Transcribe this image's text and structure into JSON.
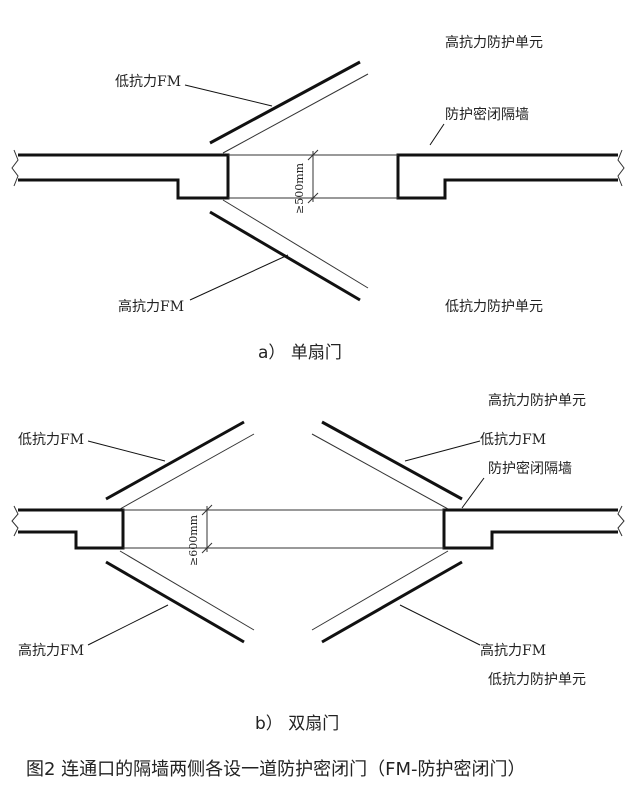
{
  "diagram_a": {
    "labels": {
      "high_unit_top": "高抗力防护单元",
      "low_fm": "低抗力FM",
      "wall": "防护密闭隔墙",
      "dimension": "≥500mm",
      "high_fm": "高抗力FM",
      "low_unit": "低抗力防护单元"
    },
    "caption": "a）  单扇门"
  },
  "diagram_b": {
    "labels": {
      "high_unit_top": "高抗力防护单元",
      "low_fm_left": "低抗力FM",
      "low_fm_right": "低抗力FM",
      "wall": "防护密闭隔墙",
      "dimension": "≥600mm",
      "high_fm_left": "高抗力FM",
      "high_fm_right": "高抗力FM",
      "low_unit": "低抗力防护单元"
    },
    "caption": "b）  双扇门"
  },
  "figure_caption": "图2 连通口的隔墙两侧各设一道防护密闭门（FM-防护密闭门）"
}
